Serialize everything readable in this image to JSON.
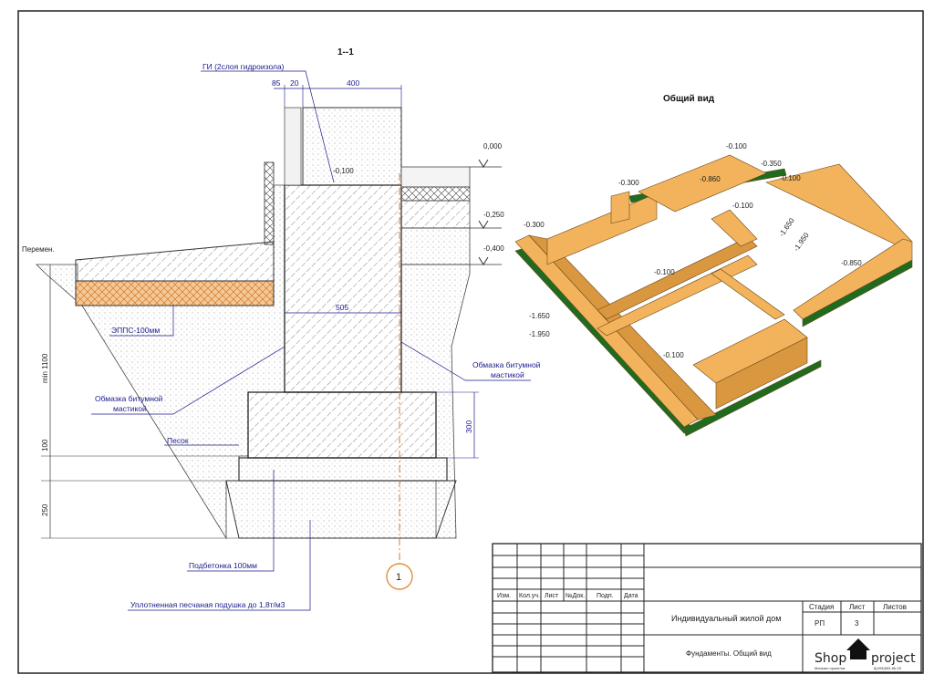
{
  "section": {
    "title": "1--1",
    "waterproofing_label": "ГИ (2слоя гидроизола)",
    "dims_top": [
      "85",
      "20",
      "400"
    ],
    "levels": [
      "0,000",
      "-0,100",
      "-0,250",
      "-0,400"
    ],
    "variable_label": "Перемен.",
    "eps_label": "ЭППС-100мм",
    "width_dim": "505",
    "bitumen_left": [
      "Обмазка битумной",
      "мастикой"
    ],
    "bitumen_right": [
      "Обмазка битумной",
      "мастикой"
    ],
    "depth_dims": [
      "min 1100",
      "100",
      "250"
    ],
    "footing_dim": "300",
    "sand_label": "Песок",
    "concrete_prep_label": "Подбетонка 100мм",
    "cushion_label": "Уплотненная песчаная подушка до 1,8т/м3",
    "axis_label": "1"
  },
  "iso_view": {
    "title": "Общий вид",
    "levels": [
      "-0.100",
      "-0.350",
      "-0.100",
      "-0.300",
      "-0.860",
      "-0.100",
      "-0.300",
      "-1.650",
      "-1.950",
      "-0.850",
      "-0.100",
      "-1.650",
      "-1.950",
      "-0.100"
    ],
    "colors": {
      "wall": "#f2b35c",
      "wall_dark": "#d9973f",
      "footing": "#1f6b1f",
      "eps": "#f5c896",
      "axis": "#e07b20"
    }
  },
  "title_block": {
    "headers": [
      "Изм.",
      "Кол.уч.",
      "Лист",
      "№Док.",
      "Подп.",
      "Дата"
    ],
    "project": "Индивидуальный жилой дом",
    "sheet_title": "Фундаменты. Общий вид",
    "stage_header": "Стадия",
    "sheet_header": "Лист",
    "sheets_header": "Листов",
    "stage": "РП",
    "sheet": "3",
    "logo": {
      "left": "Shop",
      "right": "project",
      "sub": "Магазин проектов",
      "phone": "8(499)653-86-25"
    }
  }
}
